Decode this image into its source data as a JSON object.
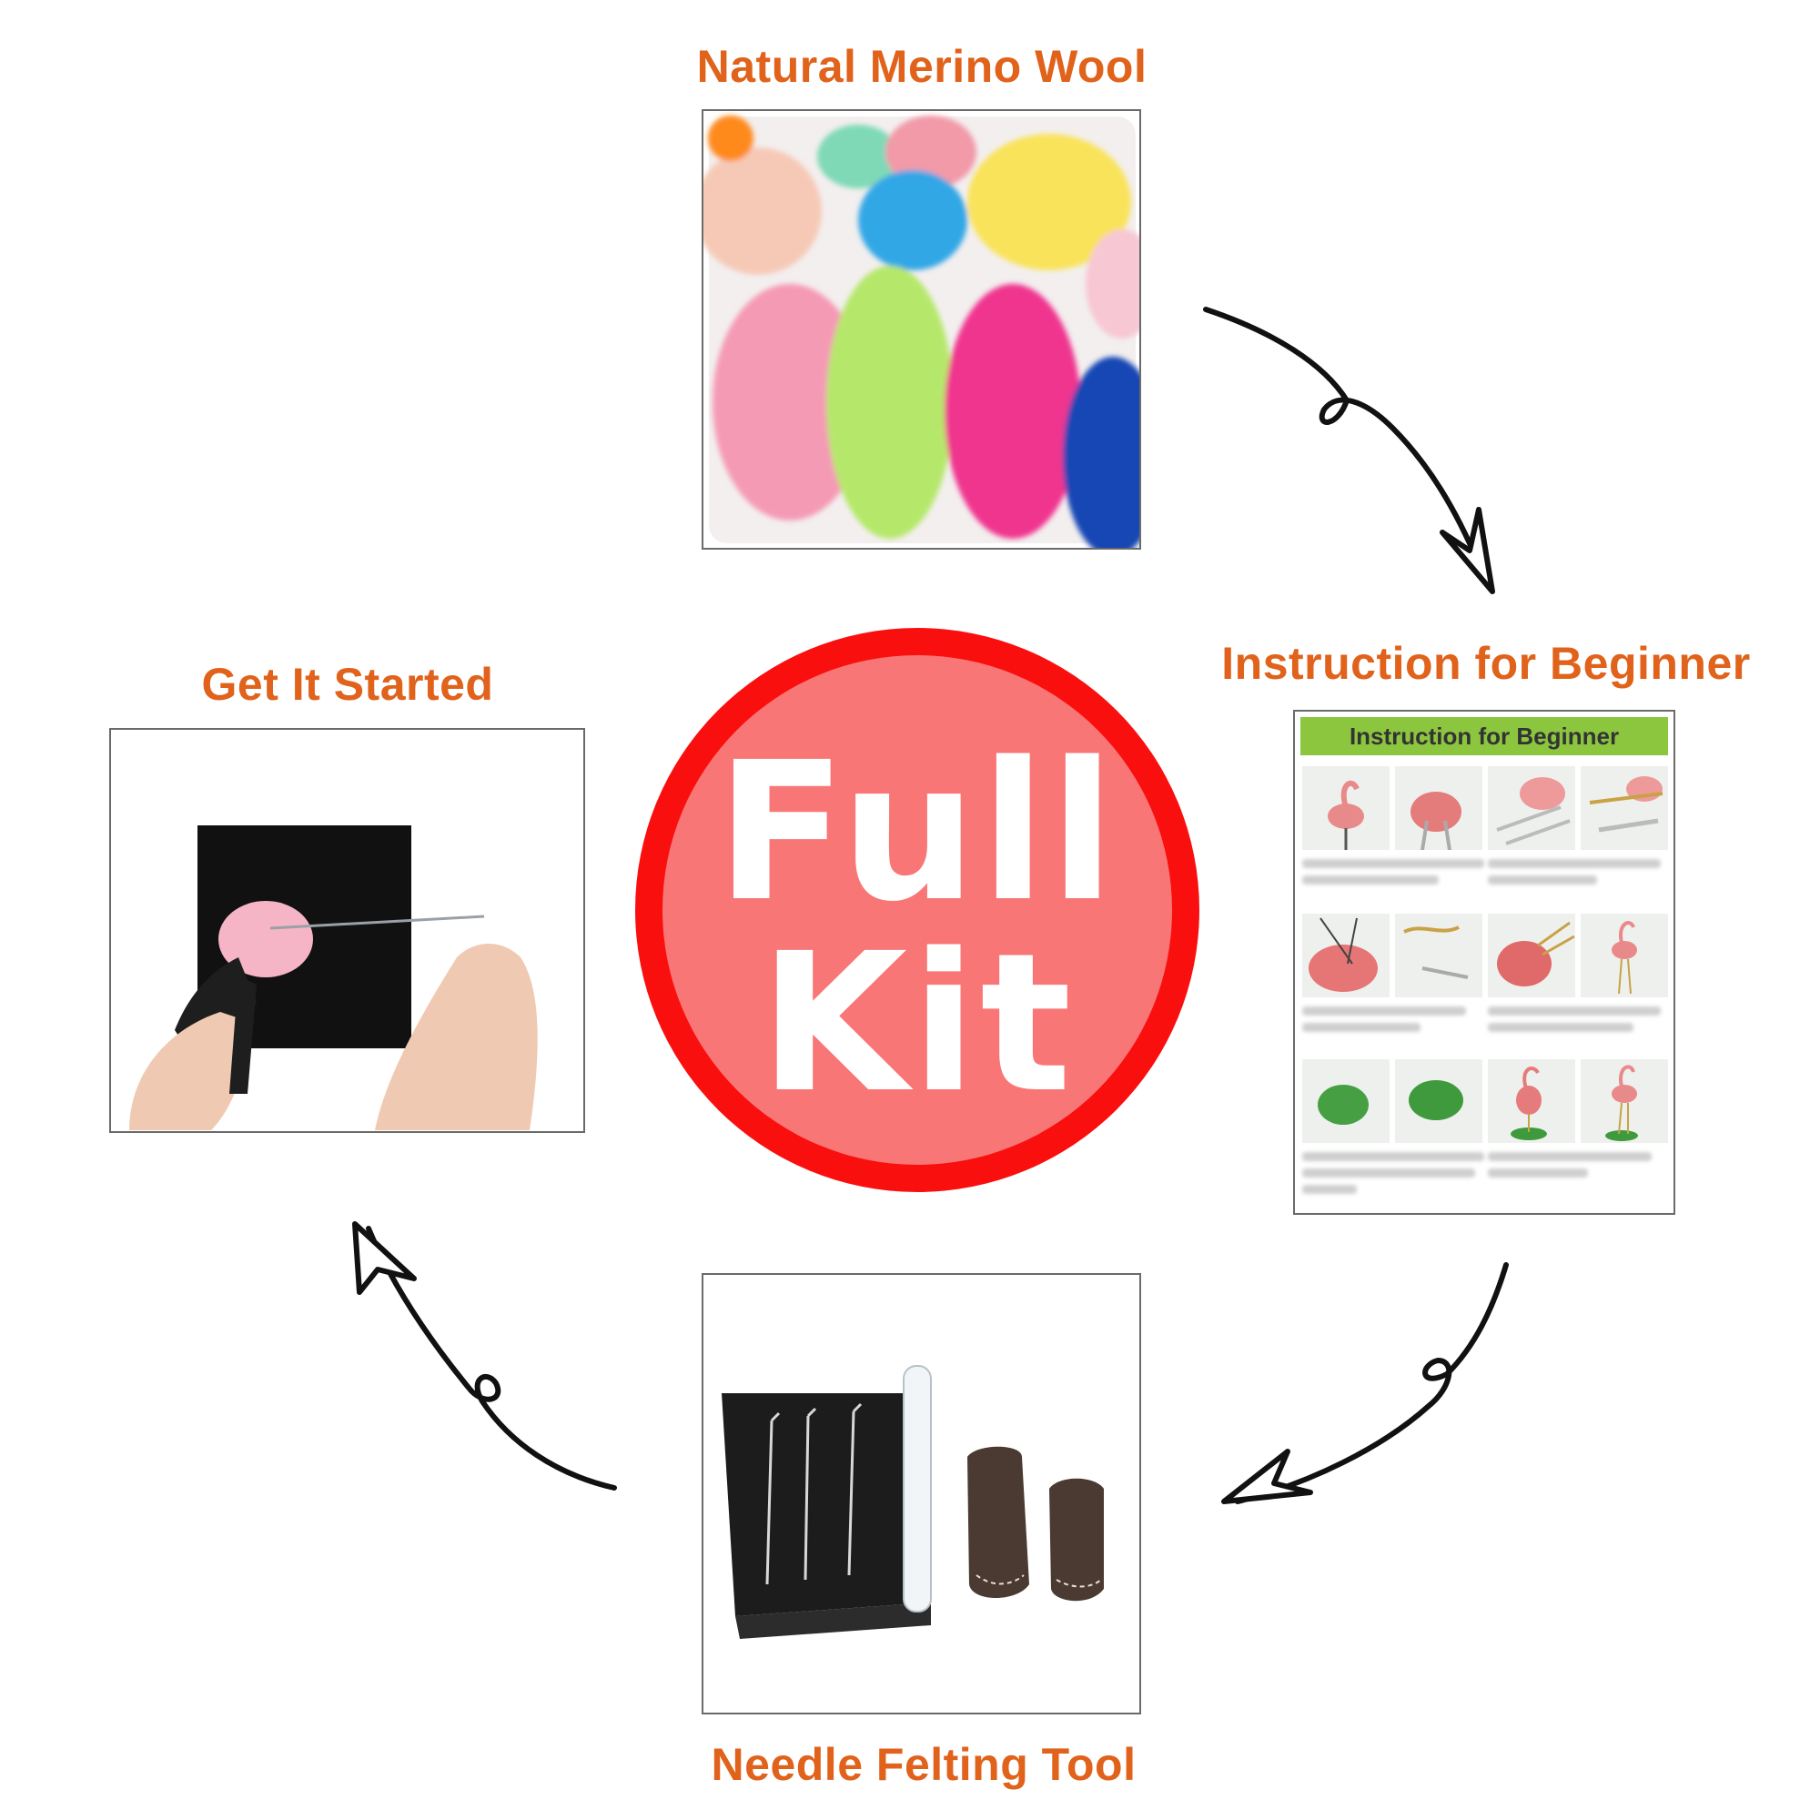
{
  "captions": {
    "top": "Natural Merino Wool",
    "right": "Instruction for Beginner",
    "bottom": "Needle Felting Tool",
    "left": "Get It Started"
  },
  "badge": {
    "line1": "Full",
    "line2": "Kit"
  },
  "sheet": {
    "header": "Instruction for Beginner"
  },
  "colors": {
    "caption": "#e0621b",
    "badge_ring": "#fa0f0f",
    "badge_fill": "#f97676",
    "sheet_header": "#8cc63f"
  },
  "icons": {
    "arrows": "curly-arrow-icon"
  }
}
